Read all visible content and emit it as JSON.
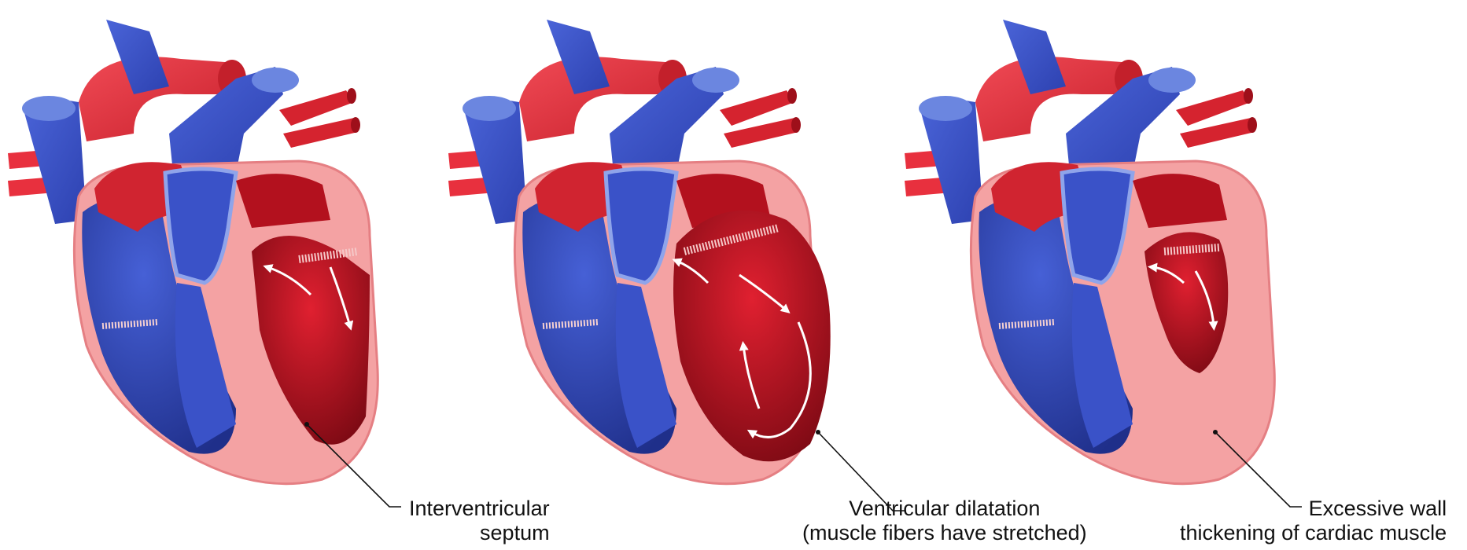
{
  "colors": {
    "pericardium": "#f4a2a3",
    "pericardium_edge": "#e57f83",
    "oxygenated": "#e8303e",
    "oxygenated_dark": "#a1111c",
    "cavity_red": "#c11322",
    "deoxygenated": "#3a52c8",
    "deoxygenated_light": "#6b86e0",
    "deoxygenated_dark": "#26379b",
    "annotation_line": "#111111",
    "flow_arrow": "#ffffff"
  },
  "panels": [
    {
      "id": "normal",
      "caption": [
        "Interventricular",
        "septum"
      ]
    },
    {
      "id": "dilated",
      "caption": [
        "Ventricular dilatation",
        "(muscle fibers have stretched)"
      ]
    },
    {
      "id": "hypertrophic",
      "caption": [
        "Excessive wall",
        "thickening of cardiac muscle"
      ]
    }
  ]
}
